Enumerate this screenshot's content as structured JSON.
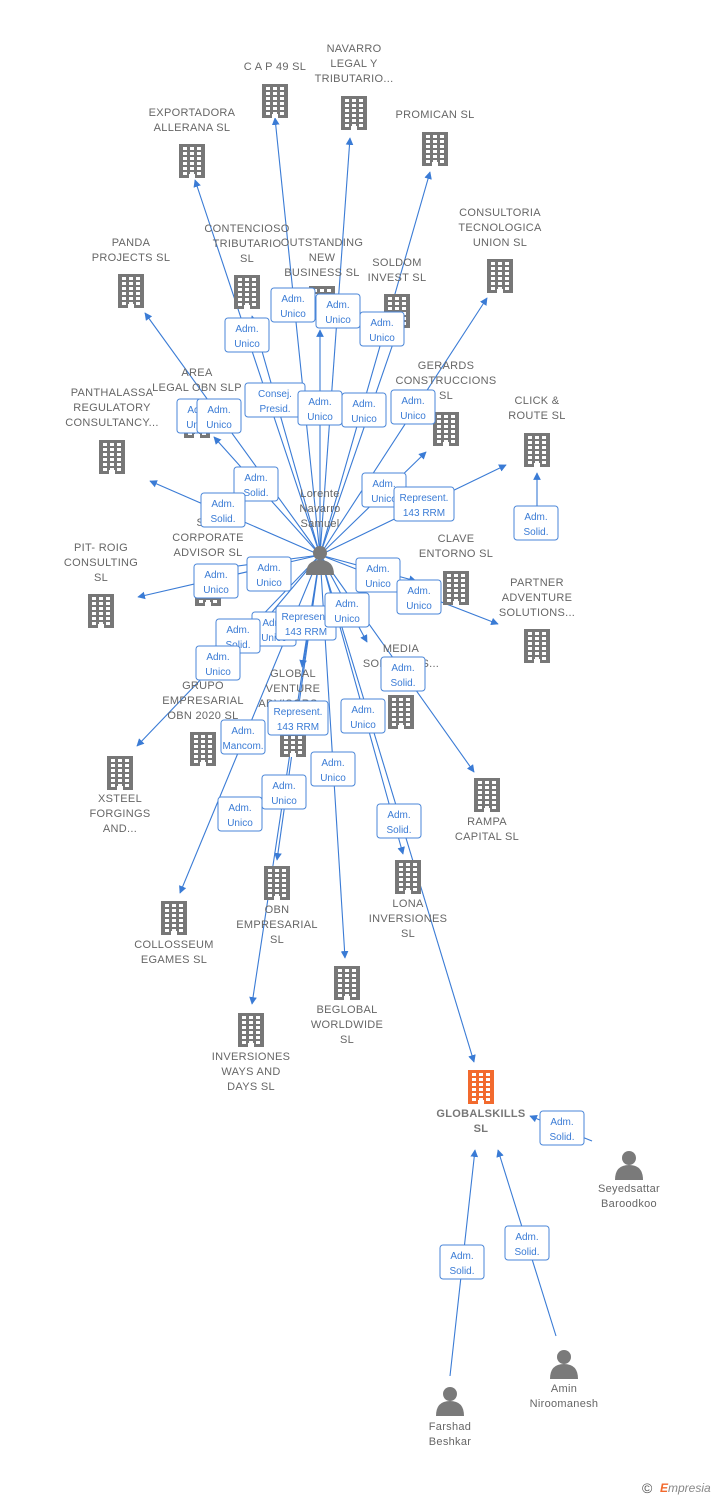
{
  "colors": {
    "building": "#777777",
    "focus_building": "#f26a2e",
    "person": "#7a7a7a",
    "edge": "#3a7bd5"
  },
  "footer": {
    "copyright": "©",
    "brand_initial": "E",
    "brand_rest": "mpresia"
  },
  "nodes": [
    {
      "id": "cap49",
      "type": "company",
      "label": [
        "C A P 49  SL"
      ]
    },
    {
      "id": "navarro",
      "type": "company",
      "label": [
        "NAVARRO",
        "LEGAL Y",
        "TRIBUTARIO..."
      ]
    },
    {
      "id": "exportadora",
      "type": "company",
      "label": [
        "EXPORTADORA",
        "ALLERANA  SL"
      ]
    },
    {
      "id": "promican",
      "type": "company",
      "label": [
        "PROMICAN  SL"
      ]
    },
    {
      "id": "consultoria",
      "type": "company",
      "label": [
        "CONSULTORIA",
        "TECNOLOGICA",
        "UNION  SL"
      ]
    },
    {
      "id": "panda",
      "type": "company",
      "label": [
        "PANDA",
        "PROJECTS  SL"
      ]
    },
    {
      "id": "contencioso",
      "type": "company",
      "label": [
        "CONTENCIOSO",
        "TRIBUTARIO",
        "SL"
      ]
    },
    {
      "id": "outstanding",
      "type": "company",
      "label": [
        "OUTSTANDING",
        "NEW",
        "BUSINESS  SL"
      ]
    },
    {
      "id": "soldom",
      "type": "company",
      "label": [
        "SOLDOM",
        "INVEST  SL"
      ]
    },
    {
      "id": "area",
      "type": "company",
      "label": [
        "AREA",
        "LEGAL OBN  SLP"
      ]
    },
    {
      "id": "gerards",
      "type": "company",
      "label": [
        "GERARDS",
        "CONSTRUCCIONS",
        "SL"
      ]
    },
    {
      "id": "panthalassa",
      "type": "company",
      "label": [
        "PANTHALASSA",
        "REGULATORY",
        "CONSULTANCY..."
      ]
    },
    {
      "id": "click",
      "type": "company",
      "label": [
        "CLICK &",
        "ROUTE  SL"
      ]
    },
    {
      "id": "spv",
      "type": "company",
      "label": [
        "SPV",
        "CORPORATE",
        "ADVISOR  SL"
      ]
    },
    {
      "id": "clave",
      "type": "company",
      "label": [
        "CLAVE",
        "ENTORNO  SL"
      ]
    },
    {
      "id": "pitroig",
      "type": "company",
      "label": [
        "PIT- ROIG",
        "CONSULTING",
        "SL"
      ]
    },
    {
      "id": "partner",
      "type": "company",
      "label": [
        "PARTNER",
        "ADVENTURE",
        "SOLUTIONS..."
      ]
    },
    {
      "id": "media",
      "type": "company",
      "label": [
        "MEDIA",
        "SOLUTIONS..."
      ]
    },
    {
      "id": "grupo",
      "type": "company",
      "label": [
        "GRUPO",
        "EMPRESARIAL",
        "OBN 2020  SL"
      ]
    },
    {
      "id": "globalventure",
      "type": "company",
      "label": [
        "GLOBAL",
        "VENTURE",
        "ADVISORS..."
      ]
    },
    {
      "id": "xsteel",
      "type": "company",
      "label": [
        "XSTEEL",
        "FORGINGS",
        "AND..."
      ]
    },
    {
      "id": "rampa",
      "type": "company",
      "label": [
        "RAMPA",
        "CAPITAL  SL"
      ]
    },
    {
      "id": "obn",
      "type": "company",
      "label": [
        "OBN",
        "EMPRESARIAL",
        "SL"
      ]
    },
    {
      "id": "lona",
      "type": "company",
      "label": [
        "LONA",
        "INVERSIONES",
        "SL"
      ]
    },
    {
      "id": "colosseum",
      "type": "company",
      "label": [
        "COLLOSSEUM",
        "EGAMES  SL"
      ]
    },
    {
      "id": "beglobal",
      "type": "company",
      "label": [
        "BEGLOBAL",
        "WORLDWIDE",
        "SL"
      ]
    },
    {
      "id": "inversiones",
      "type": "company",
      "label": [
        "INVERSIONES",
        "WAYS AND",
        "DAYS  SL"
      ]
    },
    {
      "id": "globalskills",
      "type": "focus",
      "label": [
        "GLOBALSKILLS",
        "SL"
      ]
    },
    {
      "id": "lorente",
      "type": "person",
      "label": [
        "Lorente",
        "Navarro",
        "Samuel"
      ]
    },
    {
      "id": "seyed",
      "type": "person",
      "label": [
        "Seyedsattar",
        "Baroodkoo"
      ]
    },
    {
      "id": "amin",
      "type": "person",
      "label": [
        "Amin",
        "Niroomanesh"
      ]
    },
    {
      "id": "farshad",
      "type": "person",
      "label": [
        "Farshad",
        "Beshkar"
      ]
    }
  ],
  "relations": [
    {
      "id": "r1",
      "lines": [
        "Adm.",
        "Unico"
      ]
    },
    {
      "id": "r2",
      "lines": [
        "Adm.",
        "Unico"
      ]
    },
    {
      "id": "r3",
      "lines": [
        "Adm.",
        "Unico"
      ]
    },
    {
      "id": "r4",
      "lines": [
        "Adm.",
        "Unico"
      ]
    },
    {
      "id": "r5",
      "lines": [
        "Adm.",
        "Unico"
      ]
    },
    {
      "id": "r6",
      "lines": [
        "Consej.",
        "Presid."
      ]
    },
    {
      "id": "r7",
      "lines": [
        "Adm.",
        "Unico"
      ]
    },
    {
      "id": "r8",
      "lines": [
        "Adm.",
        "Unico"
      ]
    },
    {
      "id": "r9",
      "lines": [
        "Adm.",
        "Unico"
      ]
    },
    {
      "id": "r10",
      "lines": [
        "Adm.",
        "Unico"
      ]
    },
    {
      "id": "r11",
      "lines": [
        "Adm.",
        "Solid."
      ]
    },
    {
      "id": "r12",
      "lines": [
        "Adm.",
        "Solid."
      ]
    },
    {
      "id": "r13",
      "lines": [
        "Adm.",
        "Unico"
      ]
    },
    {
      "id": "r14",
      "lines": [
        "Represent.",
        "143 RRM"
      ]
    },
    {
      "id": "r15",
      "lines": [
        "Adm.",
        "Solid."
      ]
    },
    {
      "id": "r16",
      "lines": [
        "Adm.",
        "Unico"
      ]
    },
    {
      "id": "r17",
      "lines": [
        "Adm.",
        "Unico"
      ]
    },
    {
      "id": "r18",
      "lines": [
        "Adm.",
        "Unico"
      ]
    },
    {
      "id": "r19",
      "lines": [
        "Adm.",
        "Unico"
      ]
    },
    {
      "id": "r20",
      "lines": [
        "Adm.",
        "Unico"
      ]
    },
    {
      "id": "r21",
      "lines": [
        "Adm.",
        "Solid."
      ]
    },
    {
      "id": "r22",
      "lines": [
        "Represent.",
        "143 RRM"
      ]
    },
    {
      "id": "r23",
      "lines": [
        "Adm.",
        "Unico"
      ]
    },
    {
      "id": "r24",
      "lines": [
        "Adm.",
        "Unico"
      ]
    },
    {
      "id": "r25",
      "lines": [
        "Adm.",
        "Solid."
      ]
    },
    {
      "id": "r26",
      "lines": [
        "Represent.",
        "143 RRM"
      ]
    },
    {
      "id": "r27",
      "lines": [
        "Adm.",
        "Mancom."
      ]
    },
    {
      "id": "r28",
      "lines": [
        "Adm.",
        "Unico"
      ]
    },
    {
      "id": "r29",
      "lines": [
        "Adm.",
        "Unico"
      ]
    },
    {
      "id": "r30",
      "lines": [
        "Adm.",
        "Unico"
      ]
    },
    {
      "id": "r31",
      "lines": [
        "Adm.",
        "Unico"
      ]
    },
    {
      "id": "r32",
      "lines": [
        "Adm.",
        "Solid."
      ]
    },
    {
      "id": "r33",
      "lines": [
        "Adm.",
        "Solid."
      ]
    },
    {
      "id": "r34",
      "lines": [
        "Adm.",
        "Solid."
      ]
    },
    {
      "id": "r35",
      "lines": [
        "Adm.",
        "Solid."
      ]
    }
  ]
}
